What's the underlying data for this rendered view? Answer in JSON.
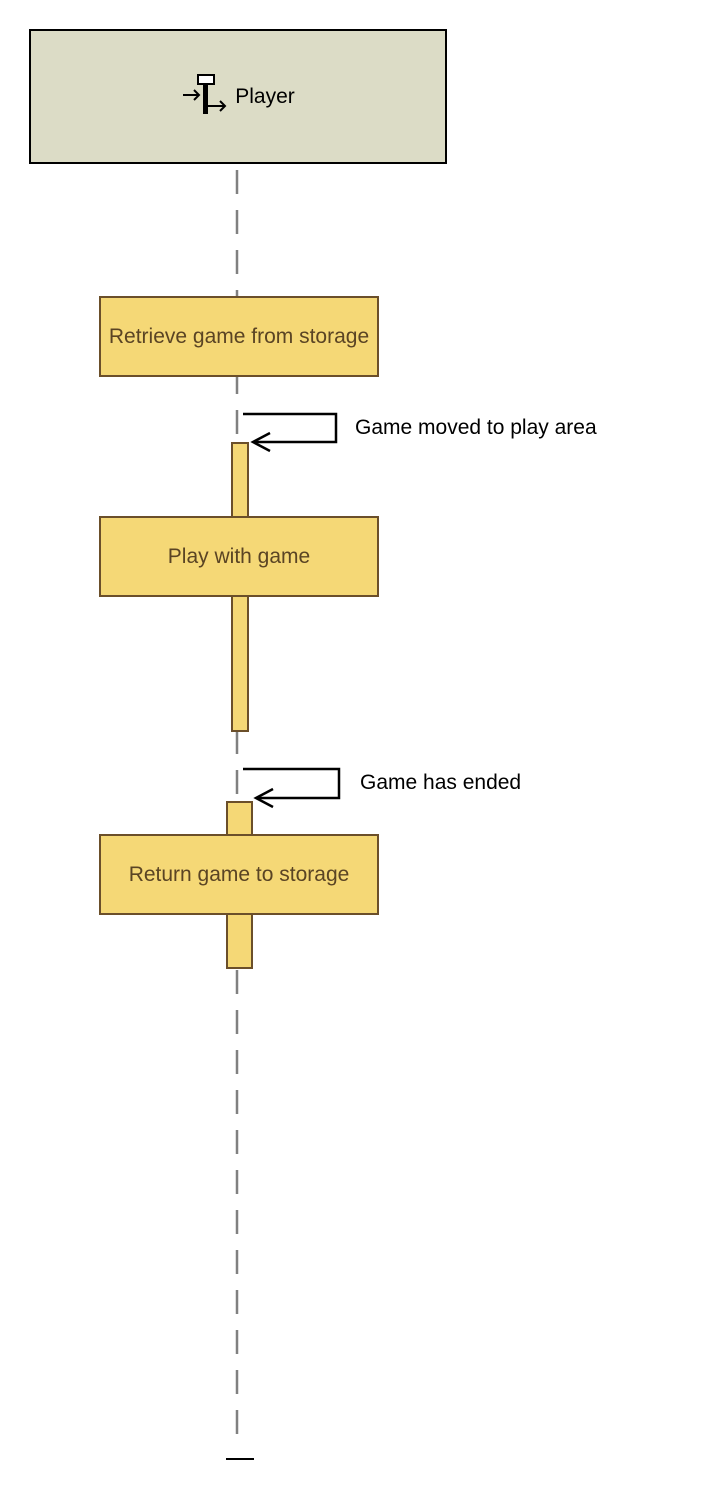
{
  "participant": {
    "name": "Player",
    "icon": "lifeline-actor-icon",
    "fill_color": "#dcdcc6"
  },
  "states": [
    {
      "label": "Retrieve game from storage"
    },
    {
      "label": "Play with game"
    },
    {
      "label": "Return game to storage"
    }
  ],
  "messages": [
    {
      "label": "Game moved to play area",
      "type": "self"
    },
    {
      "label": "Game has ended",
      "type": "self"
    }
  ],
  "colors": {
    "state_fill": "#f5d876",
    "state_border": "#6b4f2a",
    "state_text": "#5a4424",
    "lifeline": "#808080"
  }
}
